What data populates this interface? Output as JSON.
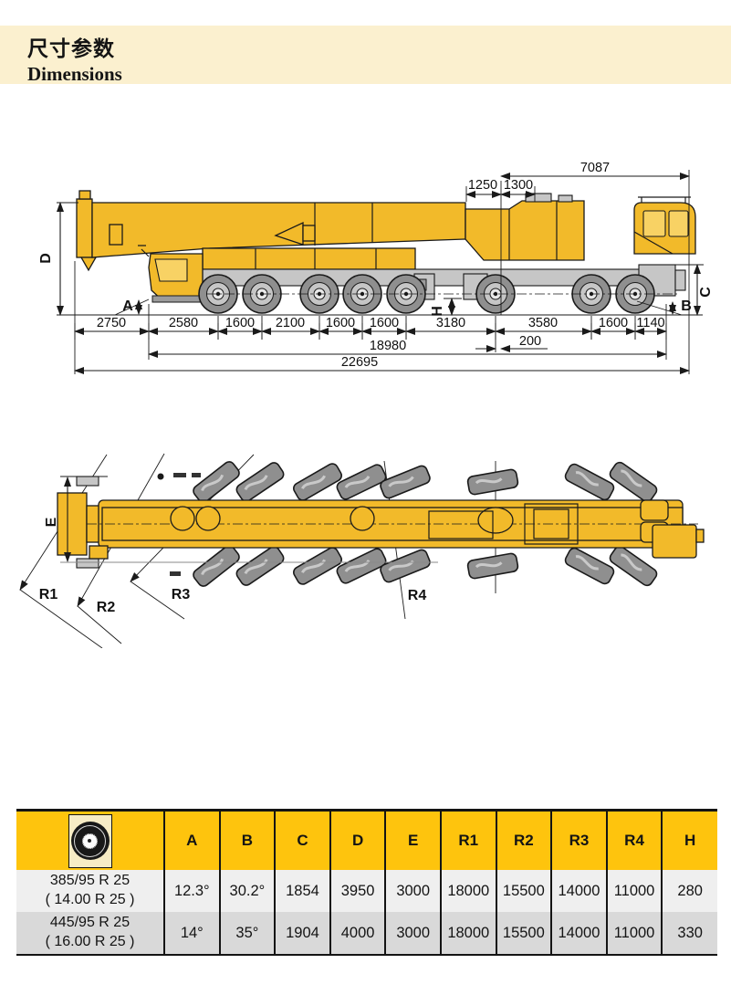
{
  "page": {
    "title_zh": "尺寸参数",
    "title_en": "Dimensions"
  },
  "side_view": {
    "top_width": "7087",
    "sub_left": "1250",
    "sub_right": "1300",
    "chain": [
      "2750",
      "2580",
      "1600",
      "2100",
      "1600",
      "1600",
      "3180",
      "3580",
      "1600",
      "1140"
    ],
    "front_to_rear": "18980",
    "slew_offset": "200",
    "overall_length": "22695",
    "letters": {
      "a": "A",
      "b": "B",
      "c": "C",
      "d": "D",
      "h": "H"
    }
  },
  "top_view": {
    "radii": [
      "R1",
      "R2",
      "R3",
      "R4"
    ],
    "width_label": "E"
  },
  "table": {
    "columns": [
      "A",
      "B",
      "C",
      "D",
      "E",
      "R1",
      "R2",
      "R3",
      "R4",
      "H"
    ],
    "rows": [
      {
        "tire_line1": "385/95 R 25",
        "tire_line2": "( 14.00 R 25 )",
        "values": [
          "12.3°",
          "30.2°",
          "1854",
          "3950",
          "3000",
          "18000",
          "15500",
          "14000",
          "11000",
          "280"
        ]
      },
      {
        "tire_line1": "445/95 R 25",
        "tire_line2": "( 16.00 R 25 )",
        "values": [
          "14°",
          "35°",
          "1904",
          "4000",
          "3000",
          "18000",
          "15500",
          "14000",
          "11000",
          "330"
        ]
      }
    ]
  },
  "colors": {
    "crane_yellow": "#F2BA2A",
    "title_band": "#FBF0CF",
    "table_header_yellow": "#FEC40D",
    "row_light": "#EFEFEF",
    "row_dark": "#D9D9D9"
  },
  "icons": {
    "table_corner": "tire-icon"
  }
}
